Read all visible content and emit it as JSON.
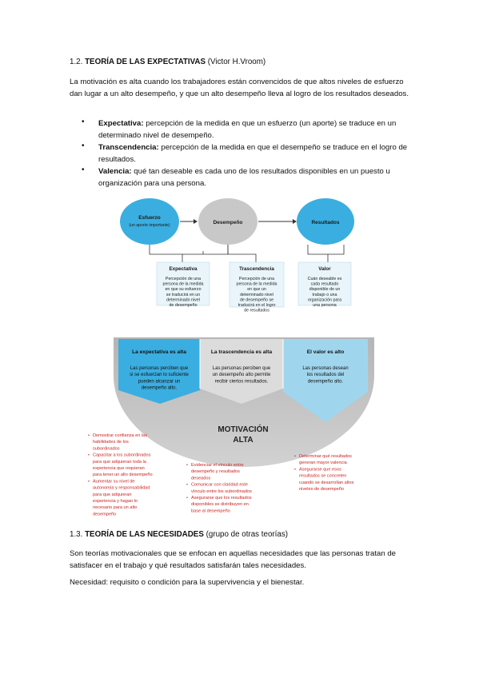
{
  "section1": {
    "number": "1.2.",
    "title": "TEORÍA DE LAS EXPECTATIVAS",
    "author": "(Victor H.Vroom)"
  },
  "intro_paragraph": "La motivación es alta cuando los trabajadores están convencidos de que altos niveles de esfuerzo dan lugar a un alto desempeño, y que un alto desempeño lleva al logro de los resultados deseados.",
  "bullets": [
    {
      "term": "Expectativa:",
      "text": "percepción de la medida en que un esfuerzo (un aporte) se traduce en un determinado nivel de desempeño."
    },
    {
      "term": "Transcendencia:",
      "text": "percepción de la medida en que el desempeño se traduce en el logro de resultados."
    },
    {
      "term": "Valencia:",
      "text": "qué tan deseable es cada uno de los resultados disponibles en un puesto u organización para una persona."
    }
  ],
  "diagram": {
    "circle_esfuerzo": "Esfuerzo",
    "circle_esfuerzo_sub": "(un aporte importante)",
    "circle_desempeno": "Desempeño",
    "circle_resultados": "Resultados",
    "box_expectativa_title": "Expectativa",
    "box_expectativa_lines": [
      "Percepción de una",
      "persona de la medida",
      "en que su esfuerzo",
      "se traducirá en un",
      "determinado nivel",
      "de desempeño"
    ],
    "box_trascendencia_title": "Trascendencia",
    "box_trascendencia_lines": [
      "Percepción de una",
      "persona de la medida",
      "en que un",
      "determinado nivel",
      "de desempeño se",
      "traducirá en el logro",
      "de resultados"
    ],
    "box_valor_title": "Valor",
    "box_valor_lines": [
      "Cuán deseable es",
      "cada resultado",
      "disponible de un",
      "trabajo o una",
      "organización para",
      "una persona"
    ],
    "col1_title": "La expectativa es alta",
    "col1_lines": [
      "Las personas perciben que",
      "si se esfuerzan lo suficiente",
      "pueden alcanzar un",
      "desempeño alto."
    ],
    "col2_title": "La trascendencia es alta",
    "col2_lines": [
      "Las personas perciben que",
      "un desempeño alto permite",
      "recibir ciertos resultados."
    ],
    "col3_title": "El valor es alto",
    "col3_lines": [
      "Las personas desean",
      "los resultados del",
      "desempeño alto."
    ],
    "motivacion_line1": "MOTIVACIÓN",
    "motivacion_line2": "ALTA",
    "list_left": [
      [
        "Demostrar confianza en las",
        "habilidades de los",
        "subordinados"
      ],
      [
        "Capacitar a los subordinados",
        "para que adquieran toda la",
        "experiencia que requieran",
        "para tener un alto desempeño"
      ],
      [
        "Aumentar su nivel de",
        "autonomía y responsabilidad",
        "para que adquieran",
        "experiencia y hagan lo",
        "necesario para un alto",
        "desempeño"
      ]
    ],
    "list_middle": [
      [
        "Evidenciar el vínculo entre",
        "desempeño y resultados",
        "deseados"
      ],
      [
        "Comunicar con claridad este",
        "vínculo entre los subordinados"
      ],
      [
        "Asegurarse que los resultados",
        "disponibles se distribuyen en",
        "base al desempeño"
      ]
    ],
    "list_right": [
      [
        "Determinar qué resultados",
        "generan mayor valencia"
      ],
      [
        "Asegurarse que esos",
        "resultados se concreten",
        "cuando se desarrollan altos",
        "niveles de desempeño"
      ]
    ],
    "colors": {
      "blue": "#3aaee0",
      "gray": "#c8c8c8",
      "red": "#cc2222"
    }
  },
  "section2": {
    "number": "1.3.",
    "title": "TEORÍA DE LAS NECESIDADES",
    "subtitle": "(grupo de otras teorías)"
  },
  "paragraph2": "Son teorías motivacionales que se enfocan en aquellas necesidades que las personas tratan de satisfacer en el trabajo y qué resultados satisfarán tales necesidades.",
  "paragraph3": "Necesidad: requisito o condición para la supervivencia y el bienestar."
}
